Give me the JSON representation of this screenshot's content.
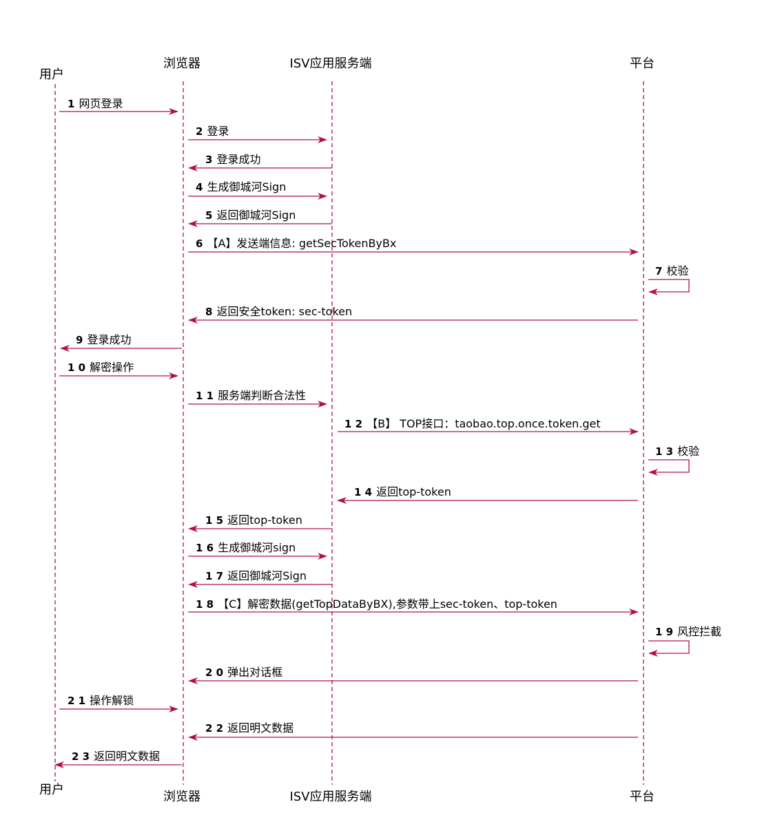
{
  "colors": {
    "line": "#b0123c",
    "text": "#000000",
    "background": "#ffffff"
  },
  "participants": [
    {
      "id": "user",
      "name": "用户"
    },
    {
      "id": "browser",
      "name": "浏览器"
    },
    {
      "id": "isv",
      "name": "ISV应用服务端"
    },
    {
      "id": "platform",
      "name": "平台"
    }
  ],
  "messages": [
    {
      "num": "1",
      "text": "网页登录",
      "from": "user",
      "to": "browser"
    },
    {
      "num": "2",
      "text": "登录",
      "from": "browser",
      "to": "isv"
    },
    {
      "num": "3",
      "text": "登录成功",
      "from": "isv",
      "to": "browser"
    },
    {
      "num": "4",
      "text": "生成御城河Sign",
      "from": "browser",
      "to": "isv"
    },
    {
      "num": "5",
      "text": "返回御城河Sign",
      "from": "isv",
      "to": "browser"
    },
    {
      "num": "6",
      "text": "【A】发送端信息: getSecTokenByBx",
      "from": "browser",
      "to": "platform"
    },
    {
      "num": "7",
      "text": "校验",
      "from": "platform",
      "to": "platform"
    },
    {
      "num": "8",
      "text": "返回安全token: sec-token",
      "from": "platform",
      "to": "browser"
    },
    {
      "num": "9",
      "text": "登录成功",
      "from": "browser",
      "to": "user"
    },
    {
      "num": "1 0",
      "text": "解密操作",
      "from": "user",
      "to": "browser"
    },
    {
      "num": "1 1",
      "text": "服务端判断合法性",
      "from": "browser",
      "to": "isv"
    },
    {
      "num": "1 2",
      "text": "【B】 TOP接口：taobao.top.once.token.get",
      "from": "isv",
      "to": "platform"
    },
    {
      "num": "1 3",
      "text": "校验",
      "from": "platform",
      "to": "platform"
    },
    {
      "num": "1 4",
      "text": "返回top-token",
      "from": "platform",
      "to": "isv"
    },
    {
      "num": "1 5",
      "text": "返回top-token",
      "from": "isv",
      "to": "browser"
    },
    {
      "num": "1 6",
      "text": "生成御城河sign",
      "from": "browser",
      "to": "isv"
    },
    {
      "num": "1 7",
      "text": "返回御城河Sign",
      "from": "isv",
      "to": "browser"
    },
    {
      "num": "1 8",
      "text": "【C】解密数据(getTopDataByBX),参数带上sec-token、top-token",
      "from": "browser",
      "to": "platform"
    },
    {
      "num": "1 9",
      "text": "风控拦截",
      "from": "platform",
      "to": "platform"
    },
    {
      "num": "2 0",
      "text": "弹出对话框",
      "from": "platform",
      "to": "browser"
    },
    {
      "num": "2 1",
      "text": "操作解锁",
      "from": "user",
      "to": "browser"
    },
    {
      "num": "2 2",
      "text": "返回明文数据",
      "from": "platform",
      "to": "browser"
    },
    {
      "num": "2 3",
      "text": "返回明文数据",
      "from": "browser",
      "to": "user"
    }
  ]
}
